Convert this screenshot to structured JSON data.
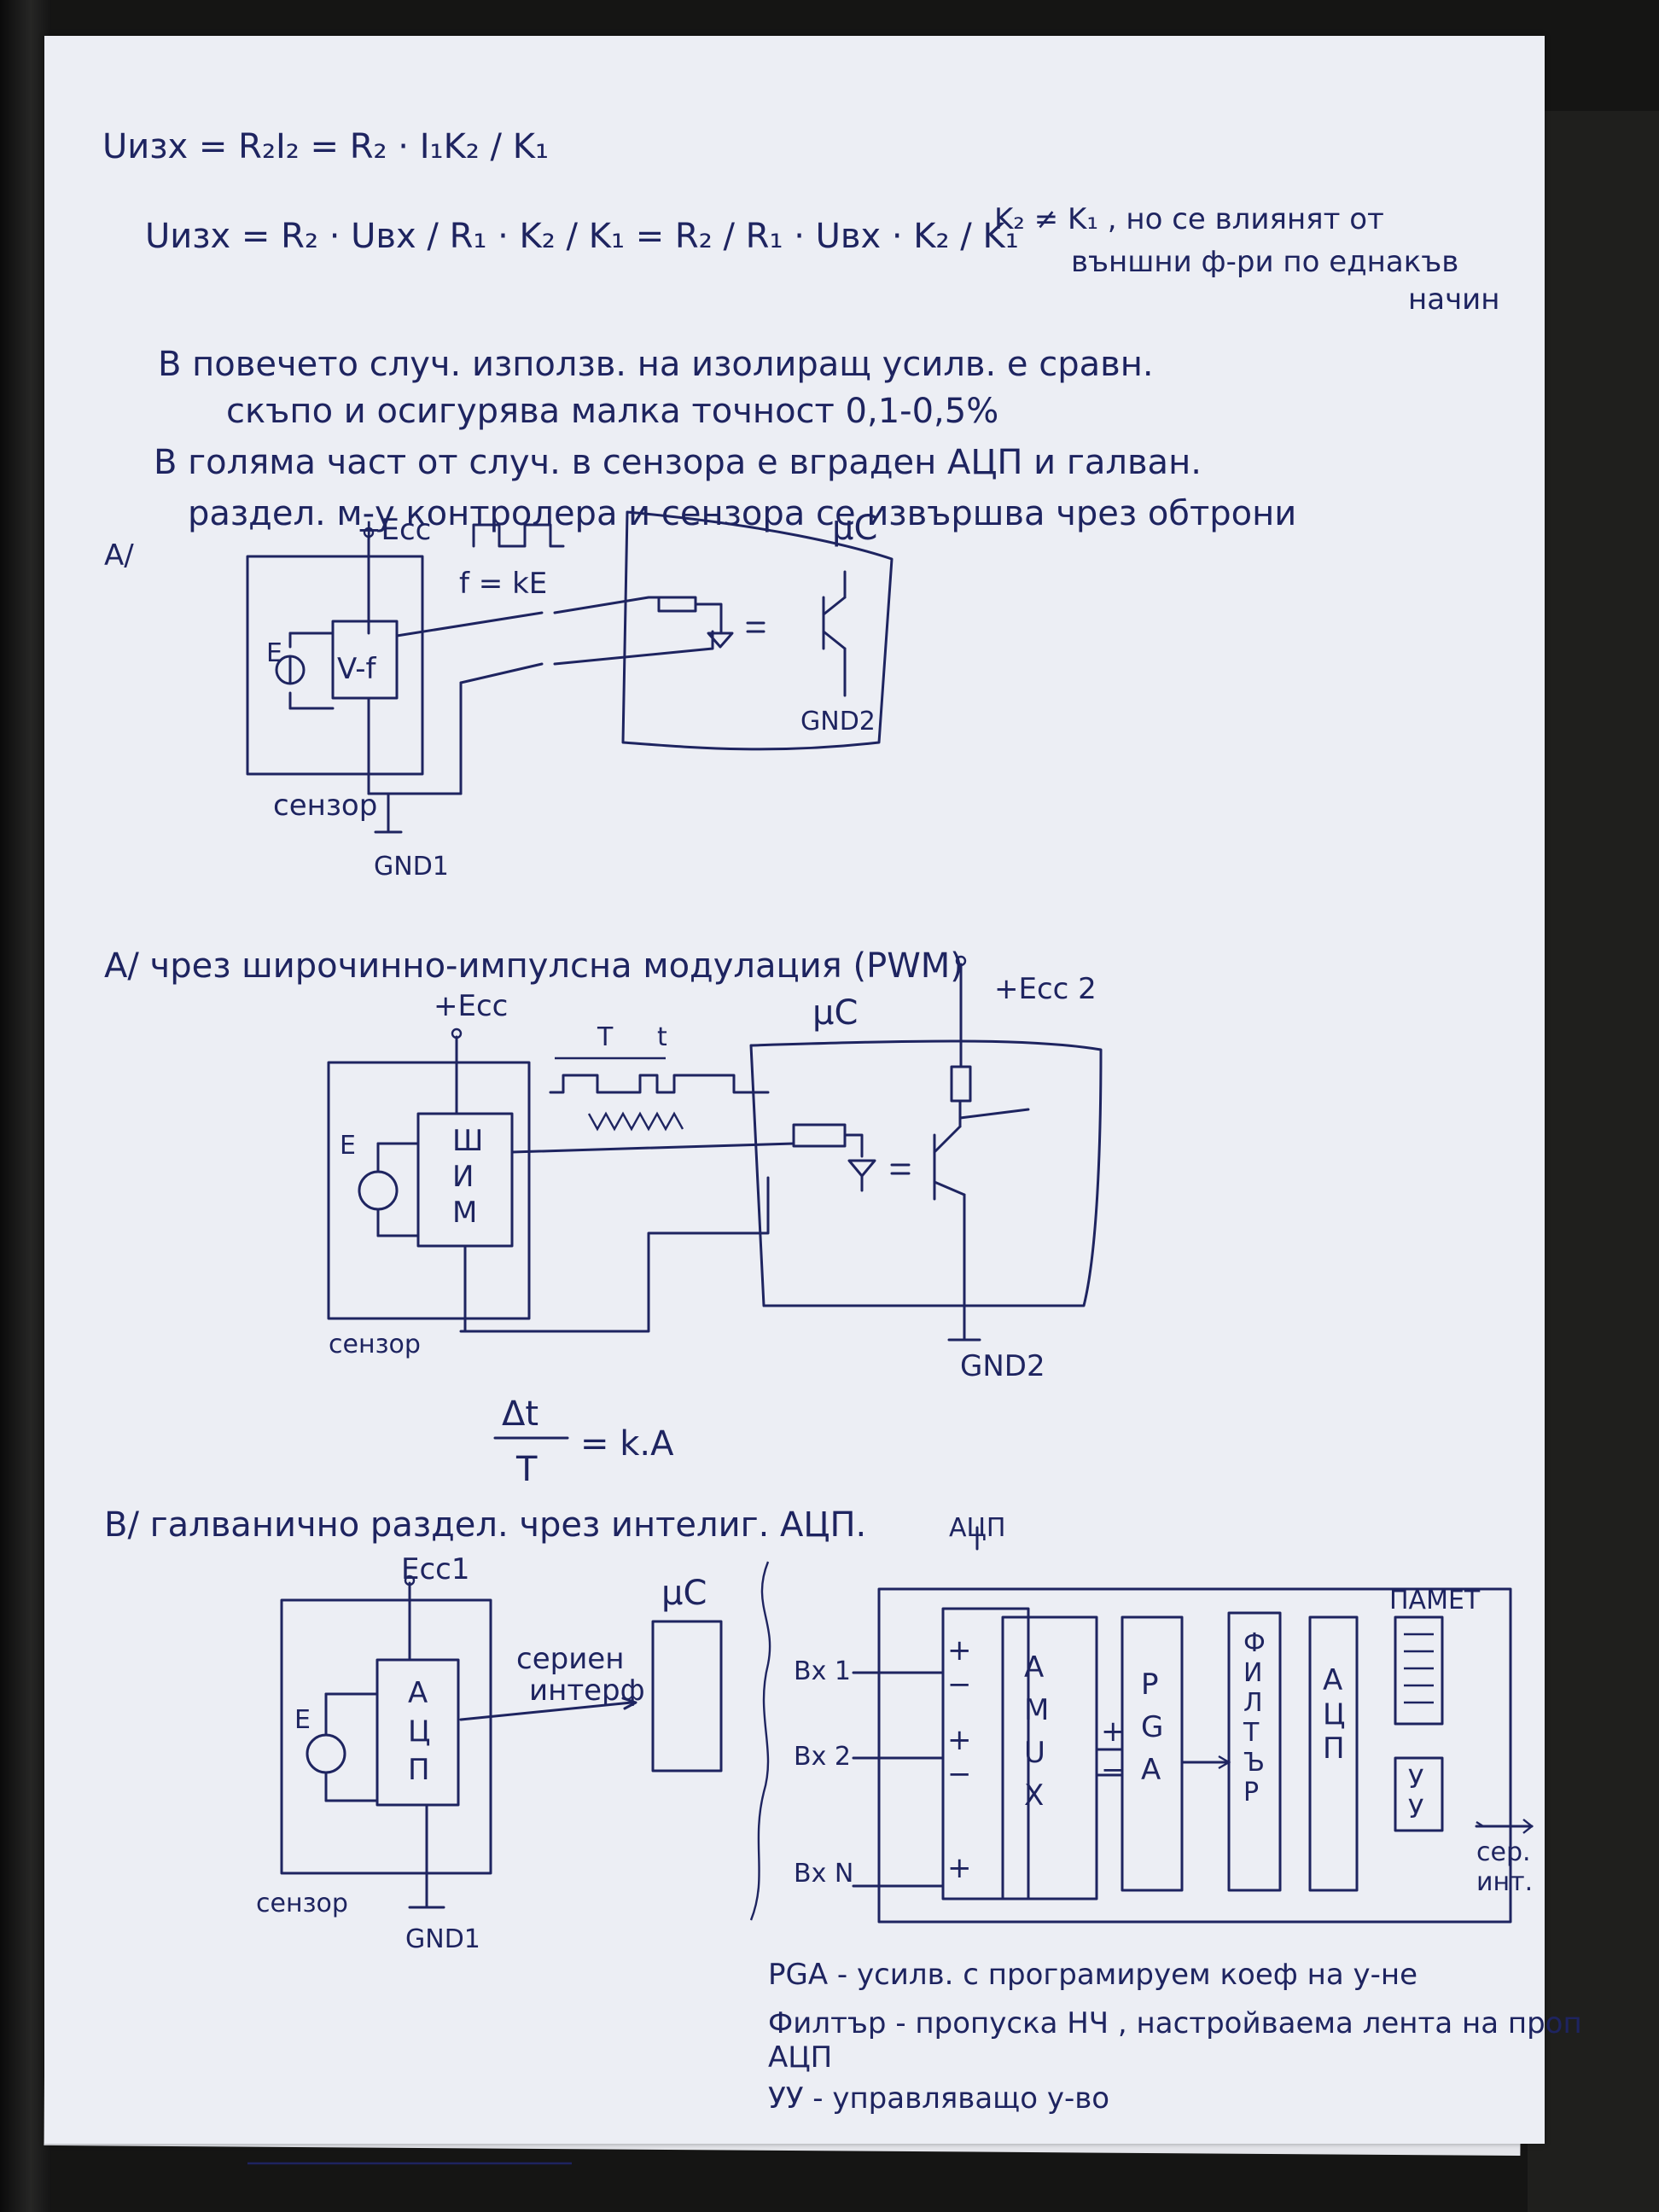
{
  "formulas": {
    "f1": "Uизх = R₂I₂ = R₂ · I₁K₂ / K₁",
    "f2": "Uизх = R₂ · Uвх / R₁ · K₂ / K₁ = R₂ / R₁ · Uвх · K₂ / K₁",
    "note_line1": "K₂ ≠ K₁ , но се влиянят от",
    "note_line2": "външни ф-ри по еднакъв",
    "note_line3": "начин"
  },
  "paragraphs": {
    "p1_line1": "В повечето случ. използв. на изолиращ усилв. е сравн.",
    "p1_line2": "скъпо и осигурява малка точност 0,1-0,5%",
    "p2_line1": "В голяма част от случ. в сензора е вграден АЦП и галван.",
    "p2_line2": "раздел. м-у контролера и сензора се извършва чрез обтрони"
  },
  "section_a": {
    "marker": "А/",
    "vcc": "+Eсс",
    "freq": "f = kE",
    "vf_block": "V-f",
    "e_label": "E",
    "mc": "μC",
    "gnd2": "GND2",
    "sensor": "сензор",
    "gnd1": "GND1"
  },
  "section_b": {
    "heading": "А/ чрез широчинно-импулсна модулация (PWM)",
    "vcc": "+Eсс",
    "vcc2": "+Eсс 2",
    "mc": "μC",
    "period": "T",
    "width": "t",
    "e_label": "E",
    "shim_1": "Ш",
    "shim_2": "И",
    "shim_3": "М",
    "sensor": "сензор",
    "gnd2": "GND2",
    "formula_num": "Δt",
    "formula_den": "T",
    "formula_rhs": "= k.A"
  },
  "section_c": {
    "heading": "В/ галванично раздел. чрез интелиг. АЦП.",
    "vcc": "Eсс1",
    "e_label": "E",
    "adc_1": "А",
    "adc_2": "Ц",
    "adc_3": "П",
    "serial_1": "сериен",
    "serial_2": "интерф",
    "mc": "μC",
    "sensor": "сензор",
    "gnd1": "GND1",
    "adc_title": "АЦП",
    "in1": "Вх 1",
    "in2": "Вх 2",
    "inN": "Вх N",
    "amux_1": "А",
    "amux_2": "М",
    "amux_3": "U",
    "amux_4": "X",
    "pga_1": "P",
    "pga_2": "G",
    "pga_3": "A",
    "filter_1": "Ф",
    "filter_2": "И",
    "filter_3": "Л",
    "filter_4": "Т",
    "filter_5": "Ъ",
    "filter_6": "Р",
    "adc2_1": "А",
    "adc2_2": "Ц",
    "adc2_3": "П",
    "memory": "ПАМЕТ",
    "uu_1": "У",
    "uu_2": "У",
    "ser_1": "сер.",
    "ser_2": "инт.",
    "plus": "+",
    "minus": "−"
  },
  "footnotes": {
    "l1": "PGA - усилв. с програмируем коеф на у-не",
    "l2": "Филтър - пропуска НЧ , настройваема лента на проп",
    "l3": "АЦП",
    "l4": "УУ - управляващо у-во"
  }
}
